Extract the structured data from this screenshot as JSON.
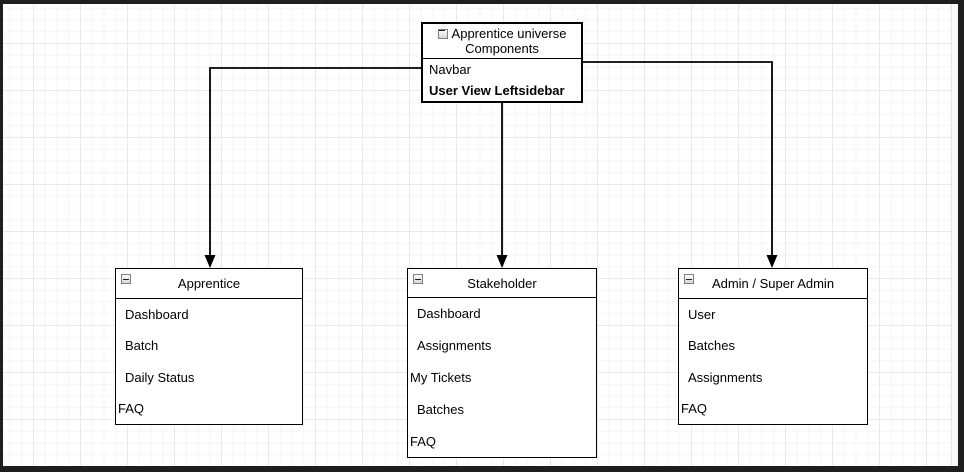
{
  "diagram": {
    "root_node": {
      "title": "Apprentice universe Components",
      "rows": [
        "Navbar",
        "User View Leftsidebar"
      ]
    },
    "child_nodes": [
      {
        "title": "Apprentice",
        "items": [
          "Dashboard",
          "Batch",
          "Daily Status",
          "FAQ"
        ]
      },
      {
        "title": "Stakeholder",
        "items": [
          "Dashboard",
          "Assignments",
          "My Tickets",
          "Batches",
          "FAQ"
        ]
      },
      {
        "title": "Admin / Super Admin",
        "items": [
          "User",
          "Batches",
          "Assignments",
          "FAQ"
        ]
      }
    ],
    "icons": {
      "collapse": "collapse-minus-icon"
    },
    "colors": {
      "node_fill": "#ffffff",
      "node_border": "#000000",
      "connector": "#000000",
      "frame": "#1e1e1e",
      "grid_minor": "#f5f5f5",
      "grid_major": "#e9e9e9",
      "canvas": "#ffffff"
    }
  }
}
